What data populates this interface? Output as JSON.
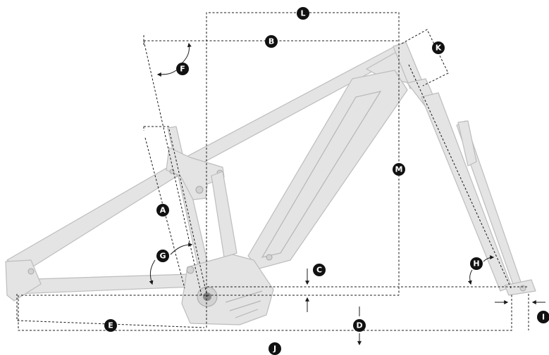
{
  "markers": [
    {
      "id": "A",
      "label": "A"
    },
    {
      "id": "B",
      "label": "B"
    },
    {
      "id": "C",
      "label": "C"
    },
    {
      "id": "D",
      "label": "D"
    },
    {
      "id": "E",
      "label": "E"
    },
    {
      "id": "F",
      "label": "F"
    },
    {
      "id": "G",
      "label": "G"
    },
    {
      "id": "H",
      "label": "H"
    },
    {
      "id": "I",
      "label": "I"
    },
    {
      "id": "J",
      "label": "J"
    },
    {
      "id": "K",
      "label": "K"
    },
    {
      "id": "L",
      "label": "L"
    },
    {
      "id": "M",
      "label": "M"
    }
  ]
}
